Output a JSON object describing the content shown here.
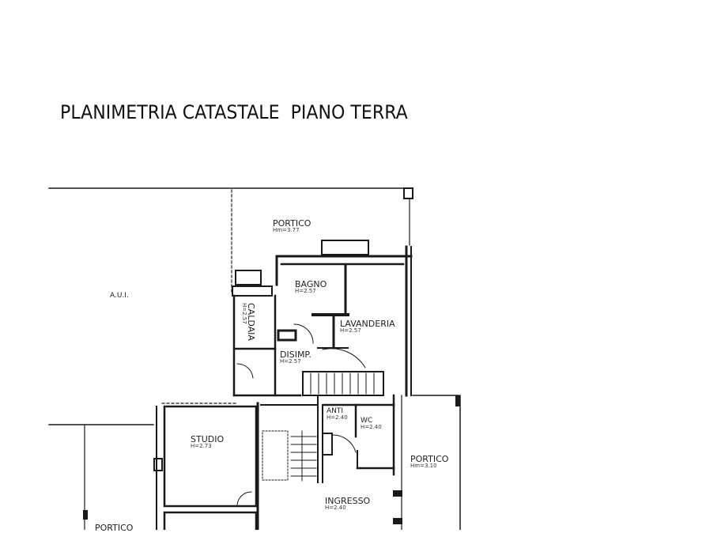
{
  "title": "PLANIMETRIA CATASTALE  PIANO TERRA",
  "rooms": {
    "portico_top": {
      "name": "PORTICO",
      "height": "Hm=3.77"
    },
    "aui": {
      "name": "A.U.I."
    },
    "bagno": {
      "name": "BAGNO",
      "height": "H=2.57"
    },
    "caldaia": {
      "name": "CALDAIA",
      "height": "H=2.57"
    },
    "lavanderia": {
      "name": "LAVANDERIA",
      "height": "H=2.57"
    },
    "disimp": {
      "name": "DISIMP.",
      "height": "H=2.57"
    },
    "studio": {
      "name": "STUDIO",
      "height": "H=2.73"
    },
    "anti": {
      "name": "ANTI",
      "height": "H=2.40"
    },
    "wc": {
      "name": "WC",
      "height": "H=2.40"
    },
    "portico_right": {
      "name": "PORTICO",
      "height": "Hm=3.10"
    },
    "ingresso": {
      "name": "INGRESSO",
      "height": "H=2.40"
    },
    "portico_bottom": {
      "name": "PORTICO"
    }
  },
  "colors": {
    "wall": "#1a1a1a",
    "background": "#ffffff",
    "dashed": "#555555"
  }
}
